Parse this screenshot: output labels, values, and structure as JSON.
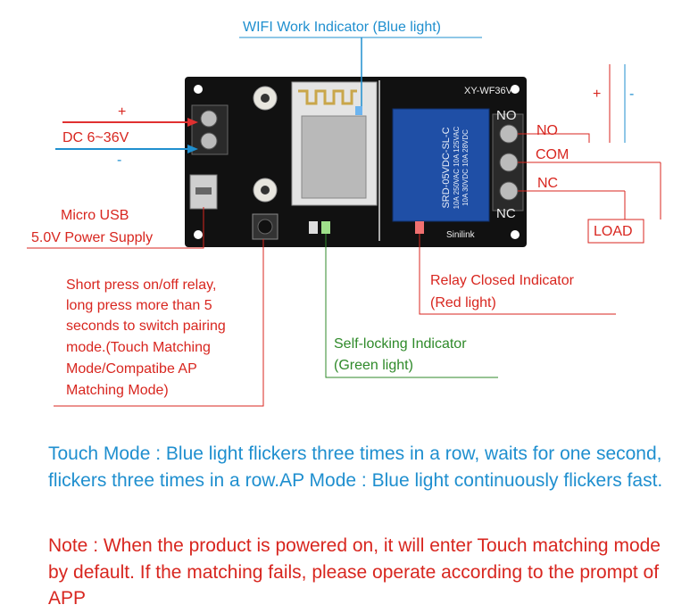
{
  "wifi_label": "WIFI Work Indicator (Blue light)",
  "model_label": "XY-WF36V",
  "dc_label": "DC 6~36V",
  "plus": "+",
  "minus": "-",
  "micro_usb_line1": "Micro USB",
  "micro_usb_line2": "5.0V Power Supply",
  "button_desc": [
    "Short press on/off relay,",
    "long press more than 5",
    "seconds to switch pairing",
    "mode.(Touch Matching",
    "Mode/Compatibe AP",
    "Matching Mode)"
  ],
  "terminal_no_board": "NO",
  "terminal_nc_board": "NC",
  "terminal_no": "NO",
  "terminal_com": "COM",
  "terminal_nc": "NC",
  "load_label": "LOAD",
  "relay_indicator_line1": "Relay Closed Indicator",
  "relay_indicator_line2": "(Red light)",
  "selflock_line1": "Self-locking Indicator",
  "selflock_line2": "(Green light)",
  "relay_text": [
    "SRD-05VDC-SL-C",
    "10A 250VAC 10A 125VAC",
    "10A 30VDC 10A 28VDC"
  ],
  "brand": "Sinilink",
  "touch_mode_text": "Touch Mode : Blue light flickers three times in a row, waits for one second, flickers three times in a row.AP Mode : Blue light continuously flickers fast.",
  "note_text": "Note : When the product is powered on, it will enter Touch matching mode by default. If the matching fails, please operate according to the prompt of APP",
  "colors": {
    "red": "#d8261f",
    "blue": "#1f8fcf",
    "green": "#2f8a2a",
    "board": "#111111",
    "relay": "#1f4fa6"
  }
}
